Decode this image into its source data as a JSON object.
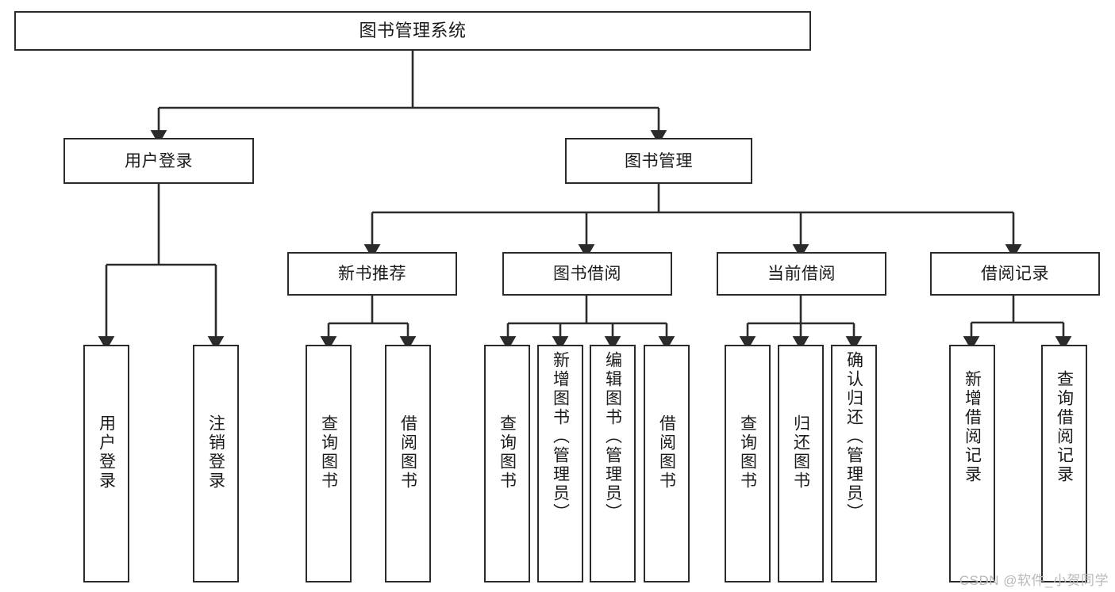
{
  "diagram": {
    "type": "tree",
    "title": "图书管理系统",
    "watermark": "CSDN @软件_小贺同学",
    "stroke_color": "#2b2b2b",
    "fill_color": "#ffffff",
    "text_color": "#1b1b1b",
    "watermark_color": "#b9b9b9",
    "root": {
      "label": "图书管理系统"
    },
    "level1": [
      {
        "label": "用户登录"
      },
      {
        "label": "图书管理"
      }
    ],
    "level2": [
      {
        "label": "新书推荐"
      },
      {
        "label": "图书借阅"
      },
      {
        "label": "当前借阅"
      },
      {
        "label": "借阅记录"
      }
    ],
    "leaves_user_login": [
      {
        "label": "用户登录"
      },
      {
        "label": "注销登录"
      }
    ],
    "leaves_new_book": [
      {
        "label": "查询图书"
      },
      {
        "label": "借阅图书"
      }
    ],
    "leaves_borrow": [
      {
        "label": "查询图书"
      },
      {
        "label": "新增图书（管理员）"
      },
      {
        "label": "编辑图书（管理员）"
      },
      {
        "label": "借阅图书"
      }
    ],
    "leaves_current": [
      {
        "label": "查询图书"
      },
      {
        "label": "归还图书"
      },
      {
        "label": "确认归还（管理员）"
      }
    ],
    "leaves_record": [
      {
        "label": "新增借阅记录"
      },
      {
        "label": "查询借阅记录"
      }
    ]
  }
}
